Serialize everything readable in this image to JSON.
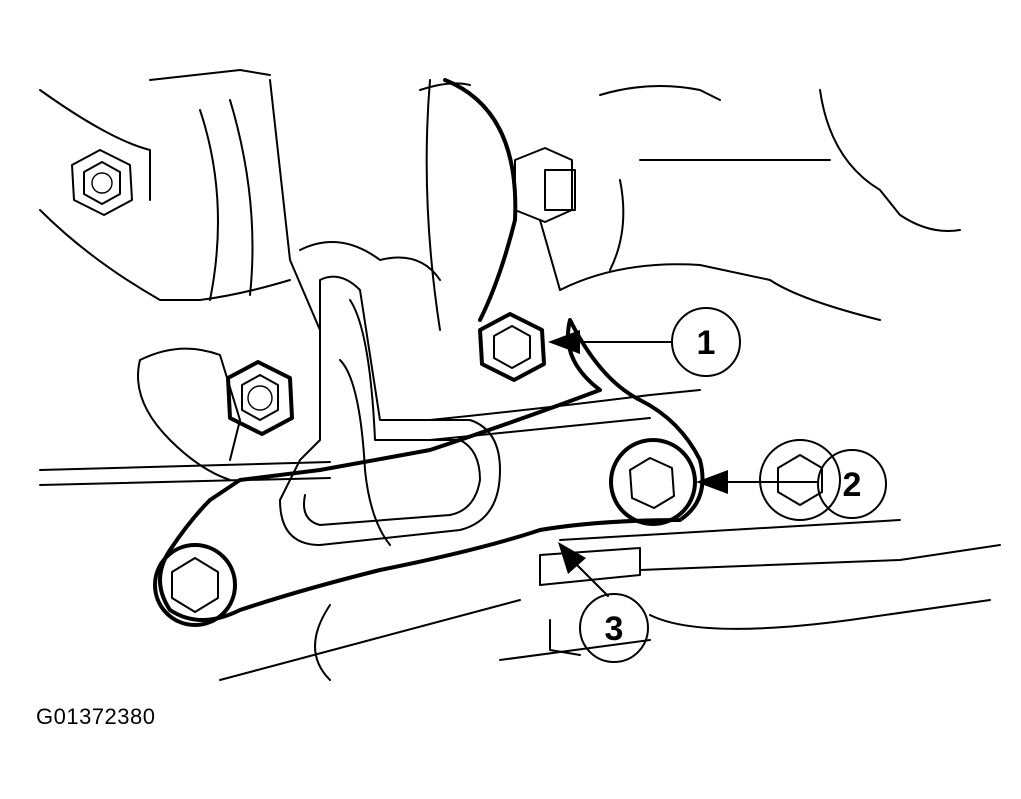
{
  "figure": {
    "code": "G01372380"
  },
  "callouts": [
    {
      "id": "1",
      "label": "1"
    },
    {
      "id": "2",
      "label": "2"
    },
    {
      "id": "3",
      "label": "3"
    }
  ],
  "colors": {
    "line": "#000000",
    "background": "#ffffff"
  }
}
